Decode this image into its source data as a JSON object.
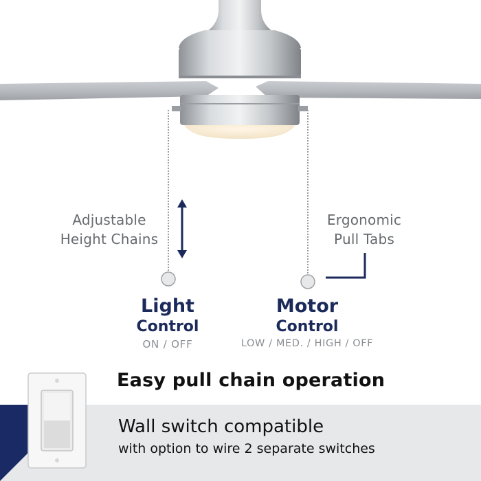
{
  "colors": {
    "navy": "#1b2a5a",
    "band_gray": "#e7e8ea",
    "triangle_navy": "#1a2a64",
    "text_gray": "#666a6e"
  },
  "callouts": {
    "left_line1": "Adjustable",
    "left_line2": "Height Chains",
    "right_line1": "Ergonomic",
    "right_line2": "Pull Tabs"
  },
  "light_control": {
    "line1": "Light",
    "line2": "Control",
    "options": "ON / OFF"
  },
  "motor_control": {
    "line1": "Motor",
    "line2": "Control",
    "options": "LOW / MED. / HIGH / OFF"
  },
  "headline": "Easy pull chain operation",
  "wall_switch": {
    "title": "Wall switch compatible",
    "subtitle": "with option to wire 2 separate switches"
  }
}
